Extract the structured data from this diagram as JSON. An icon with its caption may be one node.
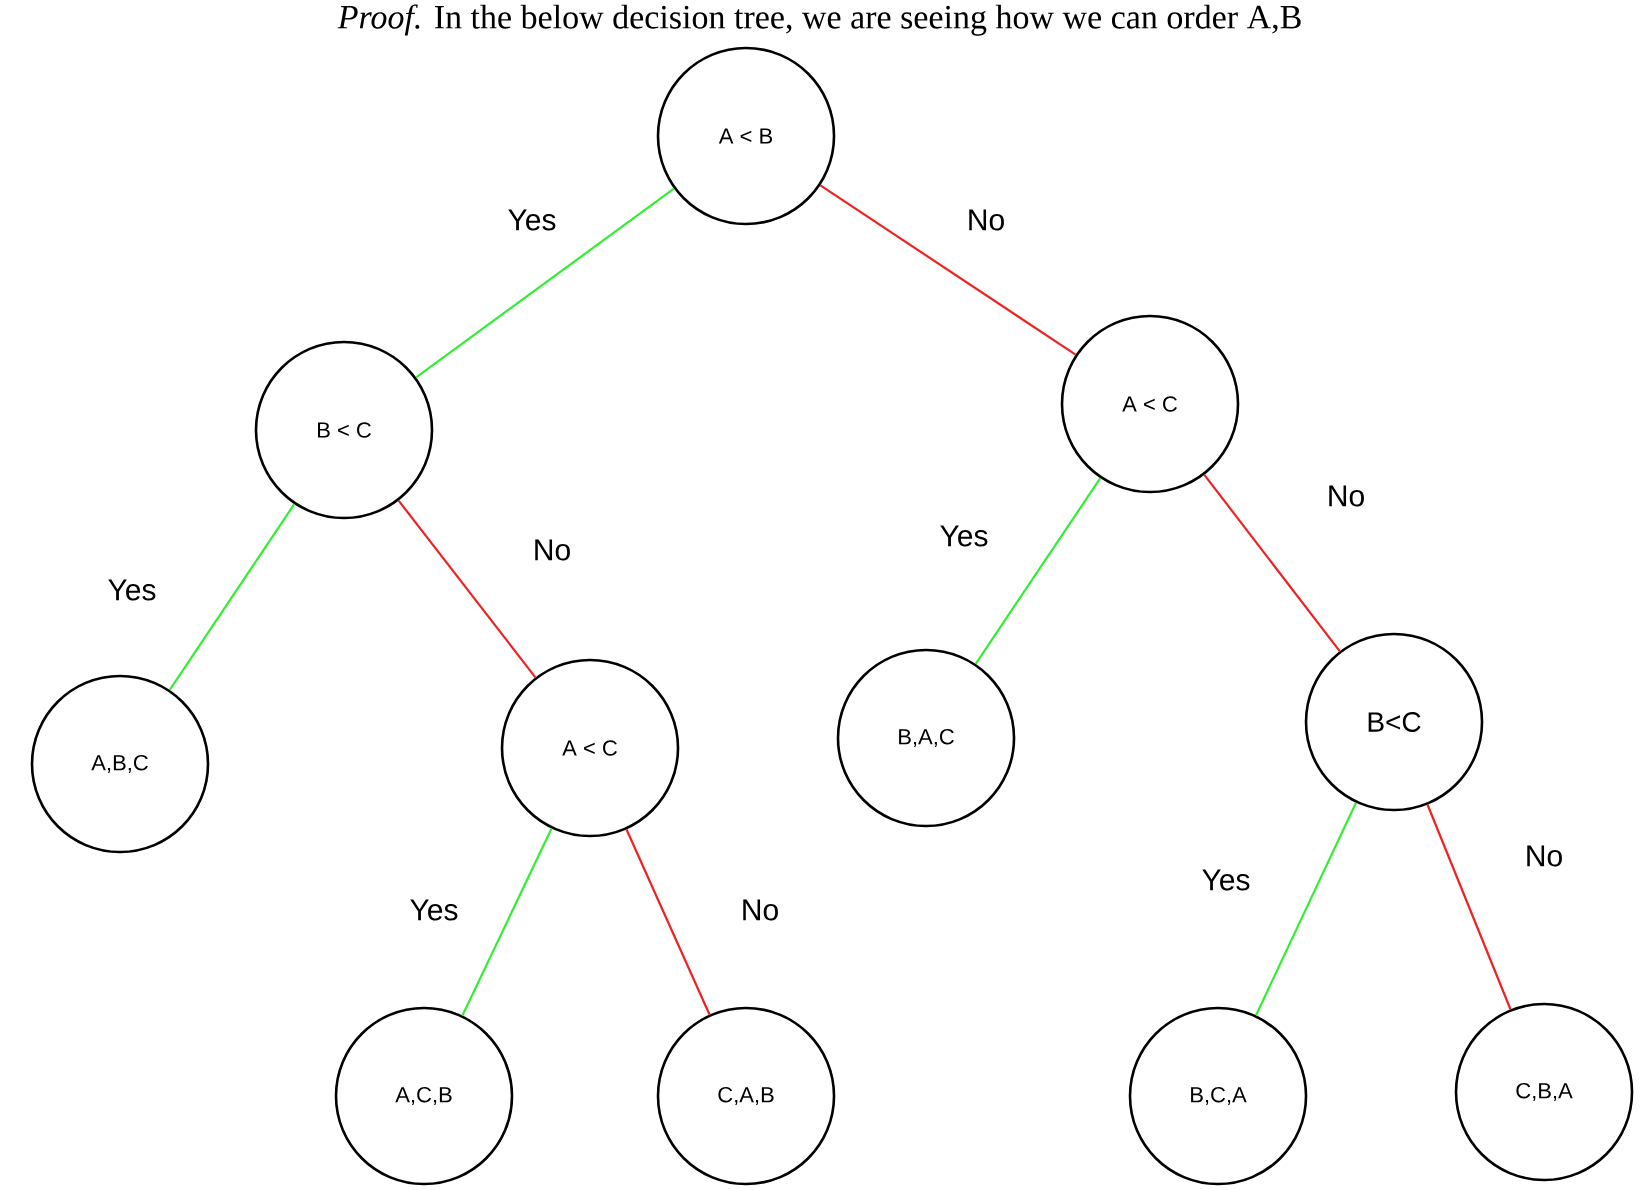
{
  "diagram": {
    "nodes": [
      {
        "text": [
          "A < B"
        ]
      },
      {
        "text": [
          "B < C"
        ]
      },
      {
        "text": [
          "A < C"
        ]
      },
      {
        "text": [
          "A,B,C"
        ]
      },
      {
        "text": [
          "A < C"
        ]
      },
      {
        "text": [
          "B,A,C"
        ]
      },
      {
        "text": [
          "B<C"
        ]
      },
      {
        "text": [
          "A,C,B"
        ]
      },
      {
        "text": [
          "C,A,B"
        ]
      },
      {
        "text": [
          "B,C,A"
        ]
      },
      {
        "text": [
          "C,B,A"
        ]
      }
    ],
    "edges": [
      {
        "from": 0,
        "to": 1,
        "arrow": "none",
        "label": "Yes",
        "color": "#33ee33"
      },
      {
        "from": 0,
        "to": 2,
        "arrow": "none",
        "label": "No",
        "color": "#ee2222"
      },
      {
        "from": 1,
        "to": 3,
        "arrow": "none",
        "label": "Yes",
        "color": "#33ee33"
      },
      {
        "from": 1,
        "to": 4,
        "arrow": "none",
        "label": "No",
        "color": "#ee2222"
      },
      {
        "from": 2,
        "to": 5,
        "arrow": "none",
        "label": "Yes",
        "color": "#33ee33"
      },
      {
        "from": 2,
        "to": 6,
        "arrow": "none",
        "label": "No",
        "color": "#ee2222"
      },
      {
        "from": 4,
        "to": 7,
        "arrow": "none",
        "label": "Yes",
        "color": "#33ee33"
      },
      {
        "from": 4,
        "to": 8,
        "arrow": "none",
        "label": "No",
        "color": "#ee2222"
      },
      {
        "from": 6,
        "to": 9,
        "arrow": "none",
        "label": "Yes",
        "color": "#33ee33"
      },
      {
        "from": 6,
        "to": 10,
        "arrow": "none",
        "label": "No",
        "color": "#ee2222"
      }
    ],
    "labels": [
      "*Proof.* In the below decision tree, we are seeing how we can order A,B"
    ]
  }
}
